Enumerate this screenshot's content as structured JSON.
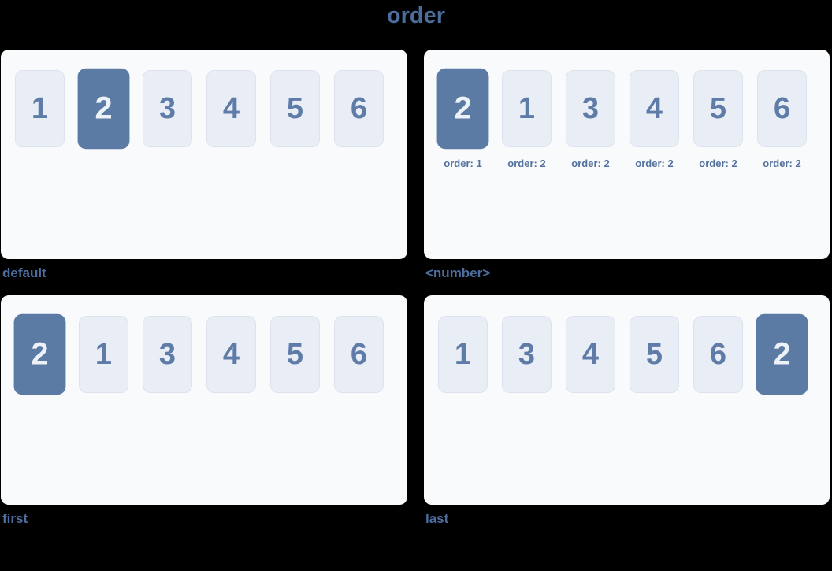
{
  "title": "order",
  "colors": {
    "page_bg": "#000000",
    "panel_bg": "#f8fafc",
    "box_bg": "#e9eef6",
    "box_border": "#dce3ee",
    "box_text": "#5e7ca7",
    "active_box_bg": "#5b7ba4",
    "active_box_text": "#edf2f8",
    "sub_text": "#54719e",
    "label_text": "#4d6d9e",
    "title_text": "#4c6c9c"
  },
  "panels": [
    {
      "id": "default",
      "label": "default",
      "items": [
        {
          "value": "1",
          "active": false
        },
        {
          "value": "2",
          "active": true
        },
        {
          "value": "3",
          "active": false
        },
        {
          "value": "4",
          "active": false
        },
        {
          "value": "5",
          "active": false
        },
        {
          "value": "6",
          "active": false
        }
      ]
    },
    {
      "id": "number",
      "label": "<number>",
      "items": [
        {
          "value": "2",
          "active": true,
          "sub": "order: 1"
        },
        {
          "value": "1",
          "active": false,
          "sub": "order: 2"
        },
        {
          "value": "3",
          "active": false,
          "sub": "order: 2"
        },
        {
          "value": "4",
          "active": false,
          "sub": "order: 2"
        },
        {
          "value": "5",
          "active": false,
          "sub": "order: 2"
        },
        {
          "value": "6",
          "active": false,
          "sub": "order: 2"
        }
      ]
    },
    {
      "id": "first",
      "label": "first",
      "items": [
        {
          "value": "2",
          "active": true
        },
        {
          "value": "1",
          "active": false
        },
        {
          "value": "3",
          "active": false
        },
        {
          "value": "4",
          "active": false
        },
        {
          "value": "5",
          "active": false
        },
        {
          "value": "6",
          "active": false
        }
      ]
    },
    {
      "id": "last",
      "label": "last",
      "items": [
        {
          "value": "1",
          "active": false
        },
        {
          "value": "3",
          "active": false
        },
        {
          "value": "4",
          "active": false
        },
        {
          "value": "5",
          "active": false
        },
        {
          "value": "6",
          "active": false
        },
        {
          "value": "2",
          "active": true
        }
      ]
    }
  ]
}
